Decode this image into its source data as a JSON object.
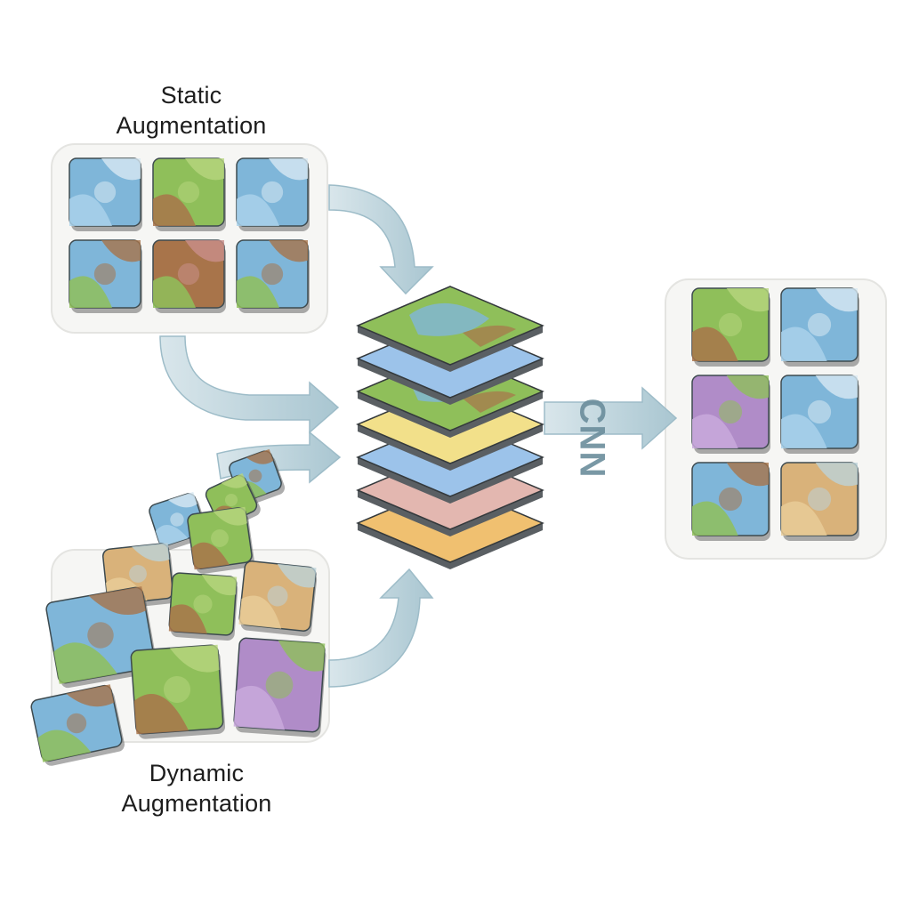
{
  "labels": {
    "static_line1": "Static",
    "static_line2": "Augmentation",
    "dynamic_line1": "Dynamic",
    "dynamic_line2": "Augmentation",
    "network": "CNN"
  },
  "colors": {
    "arrow": "#bcd3dc",
    "arrow_edge": "#8fb0bd",
    "panel": "#f6f6f4",
    "tile_blue": "#7fb6d9",
    "tile_green": "#8fbf5a",
    "tile_brown": "#a8744a",
    "tile_purple": "#b08cc8",
    "tile_tan": "#d9b27a",
    "layer_yellow": "#f2e08a",
    "layer_blue": "#9cc3ea",
    "layer_pink": "#e3b7b0",
    "layer_orange": "#f0c070"
  },
  "tiles": {
    "static": [
      "blue",
      "green",
      "blue",
      "mixed",
      "brown",
      "mixed"
    ],
    "output": [
      "green",
      "blue",
      "purple",
      "blue",
      "mixed",
      "tan"
    ]
  },
  "layers": [
    "map",
    "blue",
    "map",
    "yellow",
    "blue",
    "pink",
    "orange"
  ]
}
